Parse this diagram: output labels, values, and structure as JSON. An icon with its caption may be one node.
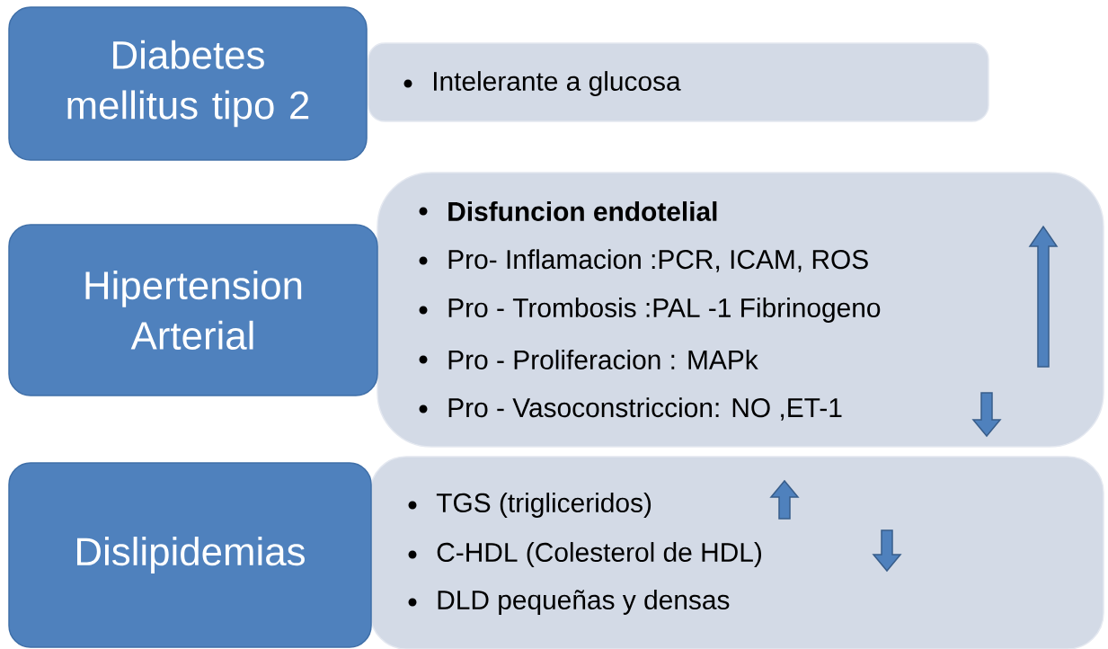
{
  "diagram": {
    "nodes": [
      {
        "text": [
          "Diabetes mellitus tipo 2"
        ]
      },
      {
        "text": [
          "Intelerante a glucosa"
        ]
      },
      {
        "text": [
          "Hipertension Arterial"
        ]
      },
      {
        "text": [
          "Disfuncion endotelial",
          "Pro- Inflamacion :PCR, ICAM, ROS",
          "Pro - Trombosis :PAL -1 Fibrinogeno",
          "Pro - Proliferacion : MAPk",
          "Pro - Vasoconstriccion: NO ,ET-1"
        ]
      },
      {
        "text": [
          "Dislipidemias"
        ]
      },
      {
        "text": [
          "TGS (trigliceridos)",
          "C-HDL (Colesterol de HDL)",
          "DLD pequeñas y densas"
        ]
      }
    ]
  }
}
